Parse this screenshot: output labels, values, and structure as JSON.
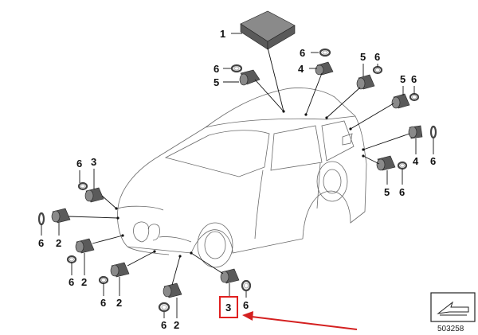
{
  "callouts": {
    "c1": "1",
    "c6_top_left": "6",
    "c5_top_left": "5",
    "c6_top_mid": "6",
    "c4_top_mid": "4",
    "c5_top_right": "5",
    "c6_top_right": "6",
    "c5_right": "5",
    "c6_right": "6",
    "c4_right": "4",
    "c6_far_right": "6",
    "c5_bottom_right": "5",
    "c6_bottom_right": "6",
    "c6_left_top": "6",
    "c3_left_top": "3",
    "c6_left": "6",
    "c2_left": "2",
    "c6_left_low": "6",
    "c2_left_low": "2",
    "c6_front_a": "6",
    "c2_front_a": "2",
    "c6_front_b": "6",
    "c2_front_b": "2",
    "c3_highlight": "3",
    "c6_highlight": "6"
  },
  "diagram_id": "503258",
  "colors": {
    "highlight": "#e02020",
    "arrow": "#d42020",
    "line": "#111111"
  },
  "icons": {
    "corner": "diagram-pointer-icon"
  }
}
